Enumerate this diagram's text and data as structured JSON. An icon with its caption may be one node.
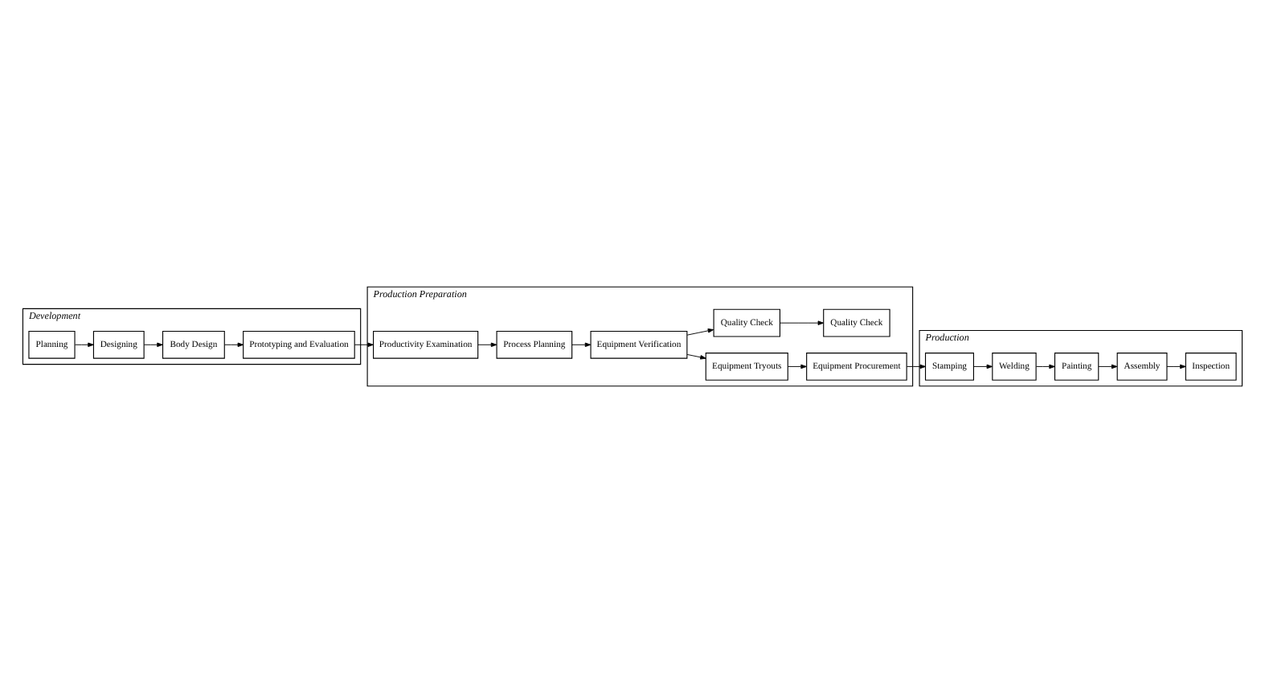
{
  "diagram": {
    "nodes": [
      {
        "text": [
          "Development"
        ]
      },
      {
        "text": [
          "Planning"
        ],
        "in": 0
      },
      {
        "text": [
          "Designing"
        ],
        "in": 0
      },
      {
        "text": [
          "Body Design"
        ],
        "in": 0
      },
      {
        "text": [
          "Prototyping and Evaluation"
        ],
        "in": 0
      },
      {
        "text": [
          "Production Preparation"
        ]
      },
      {
        "text": [
          "Equipment Tryouts"
        ],
        "in": 5
      },
      {
        "text": [
          "Equipment Verification"
        ],
        "in": 5
      },
      {
        "text": [
          "Process Planning"
        ],
        "in": 5
      },
      {
        "text": [
          "Productivity Examination"
        ],
        "in": 5
      },
      {
        "text": [
          "Equipment Procurement"
        ],
        "in": 5
      },
      {
        "text": [
          "Quality Check"
        ],
        "in": 5
      },
      {
        "text": [
          "Quality Check"
        ],
        "in": 5
      },
      {
        "text": [
          "Production"
        ]
      },
      {
        "text": [
          "Stamping"
        ],
        "in": 13
      },
      {
        "text": [
          "Welding"
        ],
        "in": 13
      },
      {
        "text": [
          "Painting"
        ],
        "in": 13
      },
      {
        "text": [
          "Assembly"
        ],
        "in": 13
      },
      {
        "text": [
          "Inspection"
        ],
        "in": 13
      }
    ],
    "edges": [
      {
        "from": 1,
        "to": 2,
        "arrow": "to"
      },
      {
        "from": 2,
        "to": 3,
        "arrow": "to"
      },
      {
        "from": 3,
        "to": 4,
        "arrow": "to"
      },
      {
        "from": 4,
        "to": 9,
        "arrow": "to"
      },
      {
        "from": 9,
        "to": 8,
        "arrow": "to"
      },
      {
        "from": 8,
        "to": 7,
        "arrow": "to"
      },
      {
        "from": 7,
        "to": 6,
        "arrow": "to"
      },
      {
        "from": 6,
        "to": 10,
        "arrow": "to"
      },
      {
        "from": 7,
        "to": 11,
        "arrow": "to"
      },
      {
        "from": 11,
        "to": 12,
        "arrow": "to"
      },
      {
        "from": 10,
        "to": 14,
        "arrow": "to"
      },
      {
        "from": 14,
        "to": 15,
        "arrow": "to"
      },
      {
        "from": 15,
        "to": 16,
        "arrow": "to"
      },
      {
        "from": 16,
        "to": 17,
        "arrow": "to"
      },
      {
        "from": 17,
        "to": 18,
        "arrow": "to"
      }
    ]
  }
}
